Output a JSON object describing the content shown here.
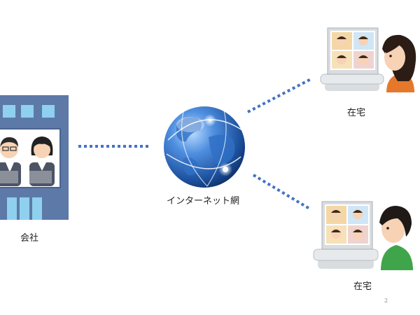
{
  "nodes": {
    "office": {
      "label": "会社"
    },
    "internet": {
      "label": "インターネット網"
    },
    "home_1": {
      "label": "在宅"
    },
    "home_2": {
      "label": "在宅"
    }
  },
  "page_number": "2",
  "colors": {
    "connector": "#4472c4",
    "building": "#5d79a8",
    "globe": "#1f4f97",
    "monitor_frame": "#d9dde0",
    "shirt_home_1": "#e6782b",
    "shirt_home_2": "#3fa54a"
  }
}
